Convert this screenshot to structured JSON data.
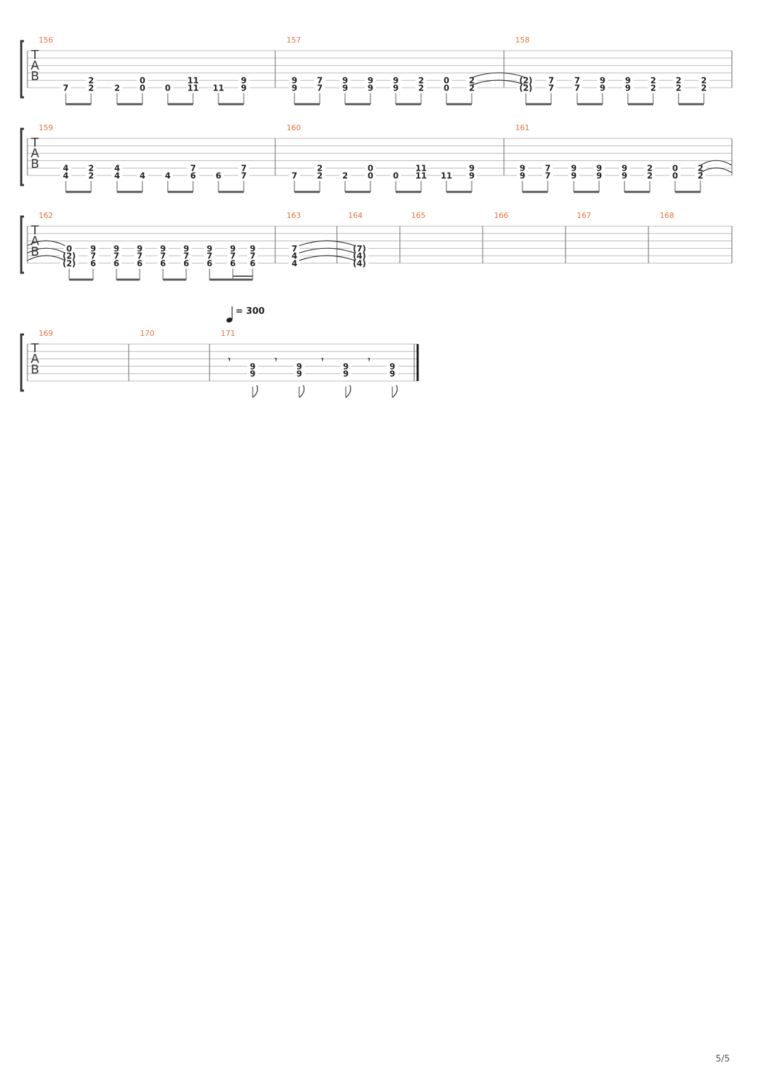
{
  "page_number": "5/5",
  "tab_letters": [
    "T",
    "A",
    "B"
  ],
  "tempo": {
    "label": "= 300",
    "value": 300
  },
  "measure_numbers": [
    "156",
    "157",
    "158",
    "159",
    "160",
    "161",
    "162",
    "163",
    "164",
    "165",
    "166",
    "167",
    "168",
    "169",
    "170",
    "171"
  ],
  "systems": [
    {
      "measures": [
        {
          "number": "156",
          "notes": [
            {
              "s": 5,
              "f": "7"
            },
            {
              "s": 4,
              "f": "2"
            },
            {
              "s": 5,
              "f": "2"
            },
            {
              "s": 5,
              "f": "2"
            },
            {
              "s": 4,
              "f": "0"
            },
            {
              "s": 5,
              "f": "0"
            },
            {
              "s": 5,
              "f": "0"
            },
            {
              "s": 4,
              "f": "11"
            },
            {
              "s": 5,
              "f": "11"
            },
            {
              "s": 5,
              "f": "11"
            },
            {
              "s": 4,
              "f": "9"
            },
            {
              "s": 5,
              "f": "9"
            }
          ]
        },
        {
          "number": "157",
          "notes": [
            {
              "s": 4,
              "f": "9"
            },
            {
              "s": 5,
              "f": "9"
            },
            {
              "s": 4,
              "f": "7"
            },
            {
              "s": 5,
              "f": "7"
            },
            {
              "s": 4,
              "f": "9"
            },
            {
              "s": 5,
              "f": "9"
            },
            {
              "s": 4,
              "f": "9"
            },
            {
              "s": 5,
              "f": "9"
            },
            {
              "s": 4,
              "f": "9"
            },
            {
              "s": 5,
              "f": "9"
            },
            {
              "s": 4,
              "f": "2"
            },
            {
              "s": 5,
              "f": "2"
            },
            {
              "s": 4,
              "f": "0"
            },
            {
              "s": 5,
              "f": "0"
            },
            {
              "s": 4,
              "f": "2"
            },
            {
              "s": 5,
              "f": "2"
            }
          ]
        },
        {
          "number": "158",
          "notes": [
            {
              "s": 4,
              "f": "(2)"
            },
            {
              "s": 5,
              "f": "(2)"
            },
            {
              "s": 4,
              "f": "7"
            },
            {
              "s": 5,
              "f": "7"
            },
            {
              "s": 4,
              "f": "7"
            },
            {
              "s": 5,
              "f": "7"
            },
            {
              "s": 4,
              "f": "9"
            },
            {
              "s": 5,
              "f": "9"
            },
            {
              "s": 4,
              "f": "9"
            },
            {
              "s": 5,
              "f": "9"
            },
            {
              "s": 4,
              "f": "2"
            },
            {
              "s": 5,
              "f": "2"
            },
            {
              "s": 4,
              "f": "2"
            },
            {
              "s": 5,
              "f": "2"
            },
            {
              "s": 4,
              "f": "2"
            },
            {
              "s": 5,
              "f": "2"
            }
          ]
        }
      ]
    },
    {
      "measures": [
        {
          "number": "159",
          "notes": [
            {
              "s": 4,
              "f": "4"
            },
            {
              "s": 5,
              "f": "4"
            },
            {
              "s": 4,
              "f": "2"
            },
            {
              "s": 5,
              "f": "2"
            },
            {
              "s": 4,
              "f": "4"
            },
            {
              "s": 5,
              "f": "4"
            },
            {
              "s": 5,
              "f": "4"
            },
            {
              "s": 5,
              "f": "4"
            },
            {
              "s": 4,
              "f": "7"
            },
            {
              "s": 5,
              "f": "6"
            },
            {
              "s": 5,
              "f": "6"
            },
            {
              "s": 4,
              "f": "7"
            },
            {
              "s": 5,
              "f": "7"
            }
          ]
        },
        {
          "number": "160",
          "notes": [
            {
              "s": 5,
              "f": "7"
            },
            {
              "s": 4,
              "f": "2"
            },
            {
              "s": 5,
              "f": "2"
            },
            {
              "s": 5,
              "f": "2"
            },
            {
              "s": 4,
              "f": "0"
            },
            {
              "s": 5,
              "f": "0"
            },
            {
              "s": 5,
              "f": "0"
            },
            {
              "s": 4,
              "f": "11"
            },
            {
              "s": 5,
              "f": "11"
            },
            {
              "s": 5,
              "f": "11"
            },
            {
              "s": 4,
              "f": "9"
            },
            {
              "s": 5,
              "f": "9"
            }
          ]
        },
        {
          "number": "161",
          "notes": [
            {
              "s": 4,
              "f": "9"
            },
            {
              "s": 5,
              "f": "9"
            },
            {
              "s": 4,
              "f": "7"
            },
            {
              "s": 5,
              "f": "7"
            },
            {
              "s": 4,
              "f": "9"
            },
            {
              "s": 5,
              "f": "9"
            },
            {
              "s": 4,
              "f": "9"
            },
            {
              "s": 5,
              "f": "9"
            },
            {
              "s": 4,
              "f": "9"
            },
            {
              "s": 5,
              "f": "9"
            },
            {
              "s": 4,
              "f": "2"
            },
            {
              "s": 5,
              "f": "2"
            },
            {
              "s": 4,
              "f": "0"
            },
            {
              "s": 5,
              "f": "0"
            },
            {
              "s": 4,
              "f": "2"
            },
            {
              "s": 5,
              "f": "2"
            }
          ]
        }
      ]
    },
    {
      "measures": [
        {
          "number": "162",
          "notes": [
            {
              "s": 3,
              "f": "0"
            },
            {
              "s": 4,
              "f": "(2)"
            },
            {
              "s": 5,
              "f": "(2)"
            },
            {
              "s": 3,
              "f": "9"
            },
            {
              "s": 4,
              "f": "7"
            },
            {
              "s": 5,
              "f": "6"
            },
            {
              "s": 3,
              "f": "9"
            },
            {
              "s": 4,
              "f": "7"
            },
            {
              "s": 5,
              "f": "6"
            },
            {
              "s": 3,
              "f": "9"
            },
            {
              "s": 4,
              "f": "7"
            },
            {
              "s": 5,
              "f": "6"
            },
            {
              "s": 3,
              "f": "9"
            },
            {
              "s": 4,
              "f": "7"
            },
            {
              "s": 5,
              "f": "6"
            },
            {
              "s": 3,
              "f": "9"
            },
            {
              "s": 4,
              "f": "7"
            },
            {
              "s": 5,
              "f": "6"
            },
            {
              "s": 3,
              "f": "9"
            },
            {
              "s": 4,
              "f": "7"
            },
            {
              "s": 5,
              "f": "6"
            },
            {
              "s": 3,
              "f": "9"
            },
            {
              "s": 4,
              "f": "7"
            },
            {
              "s": 5,
              "f": "6"
            },
            {
              "s": 3,
              "f": "9"
            },
            {
              "s": 4,
              "f": "7"
            },
            {
              "s": 5,
              "f": "6"
            }
          ]
        },
        {
          "number": "163",
          "notes": [
            {
              "s": 3,
              "f": "7"
            },
            {
              "s": 4,
              "f": "4"
            },
            {
              "s": 5,
              "f": "4"
            }
          ]
        },
        {
          "number": "164",
          "notes": [
            {
              "s": 3,
              "f": "(7)"
            },
            {
              "s": 4,
              "f": "(4)"
            },
            {
              "s": 5,
              "f": "(4)"
            }
          ]
        },
        {
          "number": "165",
          "notes": []
        },
        {
          "number": "166",
          "notes": []
        },
        {
          "number": "167",
          "notes": []
        },
        {
          "number": "168",
          "notes": []
        }
      ]
    },
    {
      "measures": [
        {
          "number": "169",
          "notes": []
        },
        {
          "number": "170",
          "notes": []
        },
        {
          "number": "171",
          "notes": [
            {
              "s": 3,
              "f": "9"
            },
            {
              "s": 4,
              "f": "9"
            },
            {
              "s": 3,
              "f": "9"
            },
            {
              "s": 4,
              "f": "9"
            },
            {
              "s": 3,
              "f": "9"
            },
            {
              "s": 4,
              "f": "9"
            },
            {
              "s": 3,
              "f": "9"
            },
            {
              "s": 4,
              "f": "9"
            }
          ]
        }
      ]
    }
  ]
}
